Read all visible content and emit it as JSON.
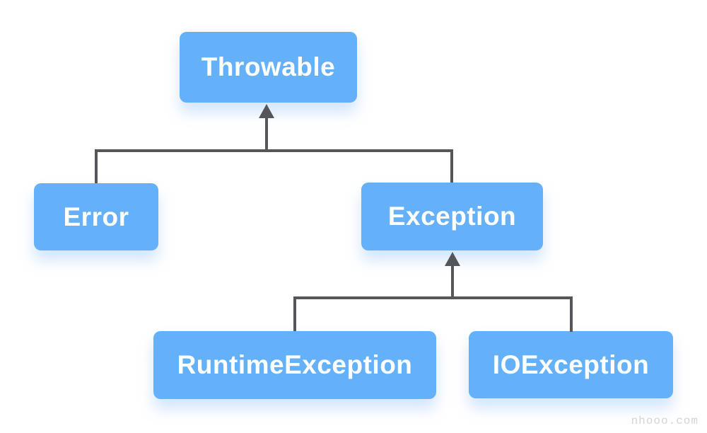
{
  "diagram": {
    "type": "class-hierarchy-tree",
    "nodes": {
      "throwable": {
        "label": "Throwable"
      },
      "error": {
        "label": "Error"
      },
      "exception": {
        "label": "Exception"
      },
      "runtime_exception": {
        "label": "RuntimeException"
      },
      "io_exception": {
        "label": "IOException"
      }
    },
    "edges": [
      {
        "from": "Error",
        "to": "Throwable",
        "style": "orthogonal-arrow-up"
      },
      {
        "from": "Exception",
        "to": "Throwable",
        "style": "orthogonal-arrow-up"
      },
      {
        "from": "RuntimeException",
        "to": "Exception",
        "style": "orthogonal-arrow-up"
      },
      {
        "from": "IOException",
        "to": "Exception",
        "style": "orthogonal-arrow-up"
      }
    ],
    "colors": {
      "node_fill": "#64b1f9",
      "node_text": "#ffffff",
      "node_shadow": "rgba(130,180,250,0.35)",
      "connector": "#54565a",
      "background": "#ffffff",
      "watermark": "#d5d5d5"
    }
  },
  "watermark": {
    "text": "nhooo.com"
  }
}
